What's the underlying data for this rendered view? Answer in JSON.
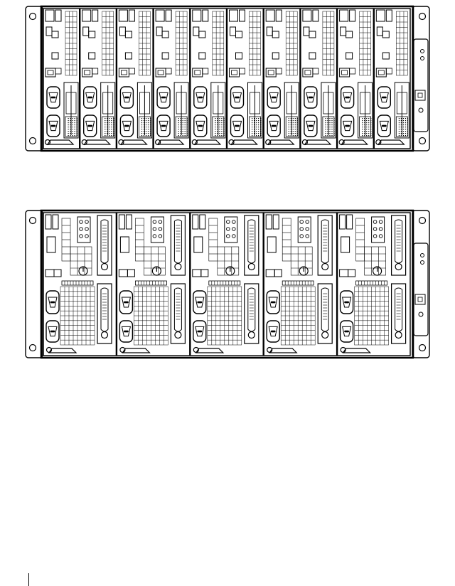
{
  "figures": [
    {
      "id": "enclosure-ten-node",
      "node_count": 10
    },
    {
      "id": "enclosure-five-node",
      "node_count": 5
    }
  ],
  "colors": {
    "stroke": "#000000",
    "background": "#ffffff",
    "mesh": "#000000"
  }
}
